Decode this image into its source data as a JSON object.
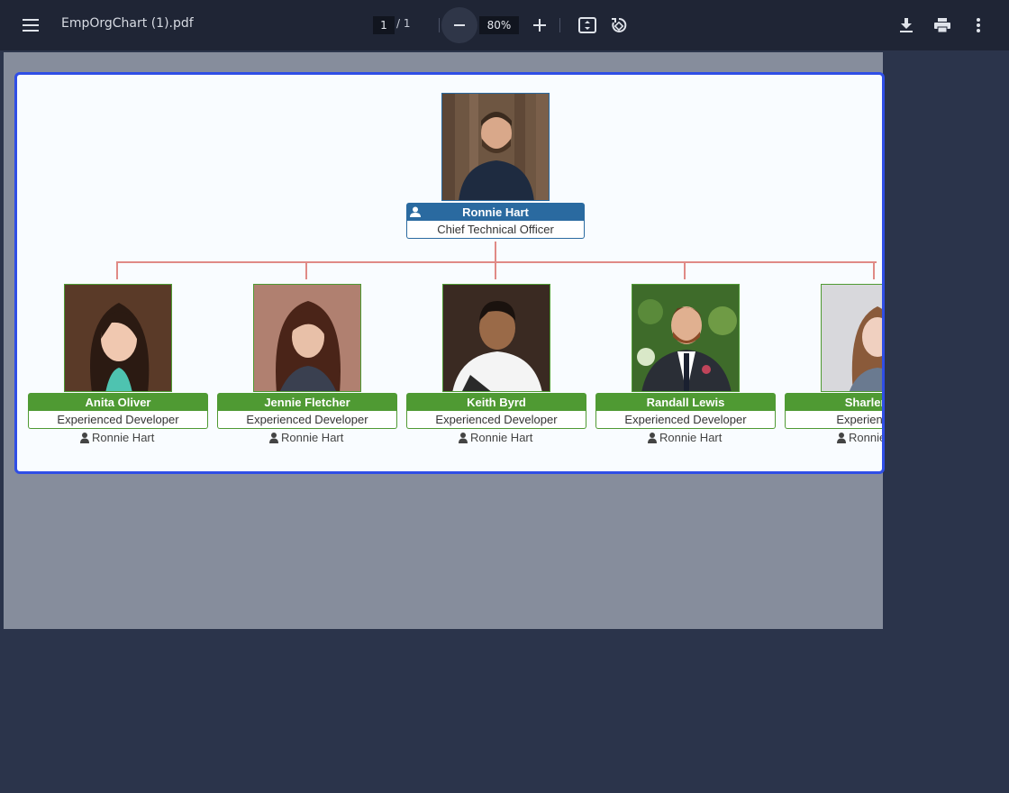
{
  "toolbar": {
    "title": "EmpOrgChart (1).pdf",
    "page_current": "1",
    "page_total": "/ 1",
    "zoom": "80%",
    "icons": [
      "menu-icon",
      "zoom-out-icon",
      "zoom-in-icon",
      "fit-page-icon",
      "rotate-icon",
      "download-icon",
      "print-icon",
      "more-icon"
    ]
  },
  "colors": {
    "manager_bar": "#2a6aa0",
    "employee_bar": "#4f9a33",
    "connector": "#e08a86",
    "selection_border": "#2f4ee6"
  },
  "org": {
    "root": {
      "name": "Ronnie Hart",
      "title": "Chief Technical Officer"
    },
    "children": [
      {
        "name": "Anita Oliver",
        "title": "Experienced Developer",
        "manager": "Ronnie Hart"
      },
      {
        "name": "Jennie Fletcher",
        "title": "Experienced Developer",
        "manager": "Ronnie Hart"
      },
      {
        "name": "Keith Byrd",
        "title": "Experienced Developer",
        "manager": "Ronnie Hart"
      },
      {
        "name": "Randall Lewis",
        "title": "Experienced Developer",
        "manager": "Ronnie Hart"
      },
      {
        "name": "Sharlene F",
        "title": "Experienced D",
        "manager": "Ronnie"
      }
    ]
  }
}
